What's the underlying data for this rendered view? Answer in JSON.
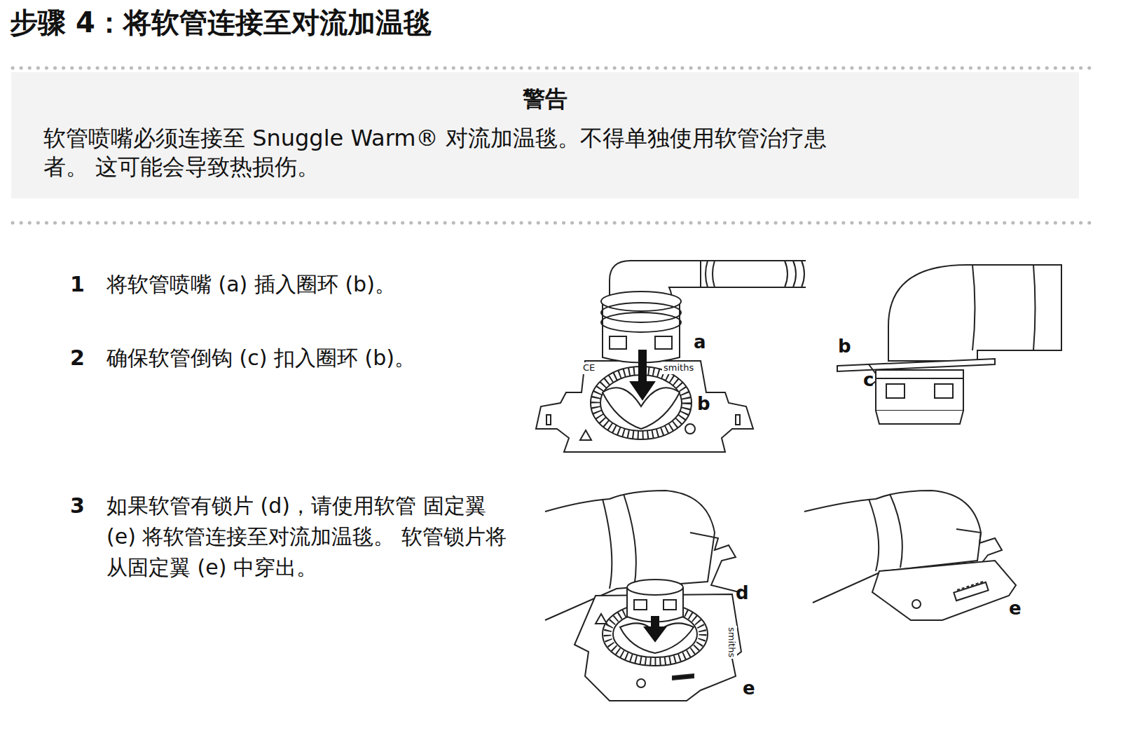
{
  "diagram": {
    "title": "步骤 4：将软管连接至对流加温毯",
    "nodes": [
      {
        "text": [
          "警告",
          "软管喷嘴必须连接至 Snuggle Warm® 对流加温毯。不得单独使用软管治疗患者。 这可能会导致热损伤。"
        ]
      }
    ],
    "labels": [
      "1",
      "将软管喷嘴 (a) 插入圈环 (b)。",
      "2",
      "确保软管倒钩 (c) 扣入圈环 (b)。",
      "3",
      "如果软管有锁片 (d)，请使用软管 固定翼 (e) 将软管连接至对流加温毯。 软管锁片将从固定翼 (e) 中穿出。",
      "a",
      "b",
      "CE",
      "smiths",
      "b",
      "c",
      "d",
      "smiths",
      "e",
      "e"
    ]
  }
}
